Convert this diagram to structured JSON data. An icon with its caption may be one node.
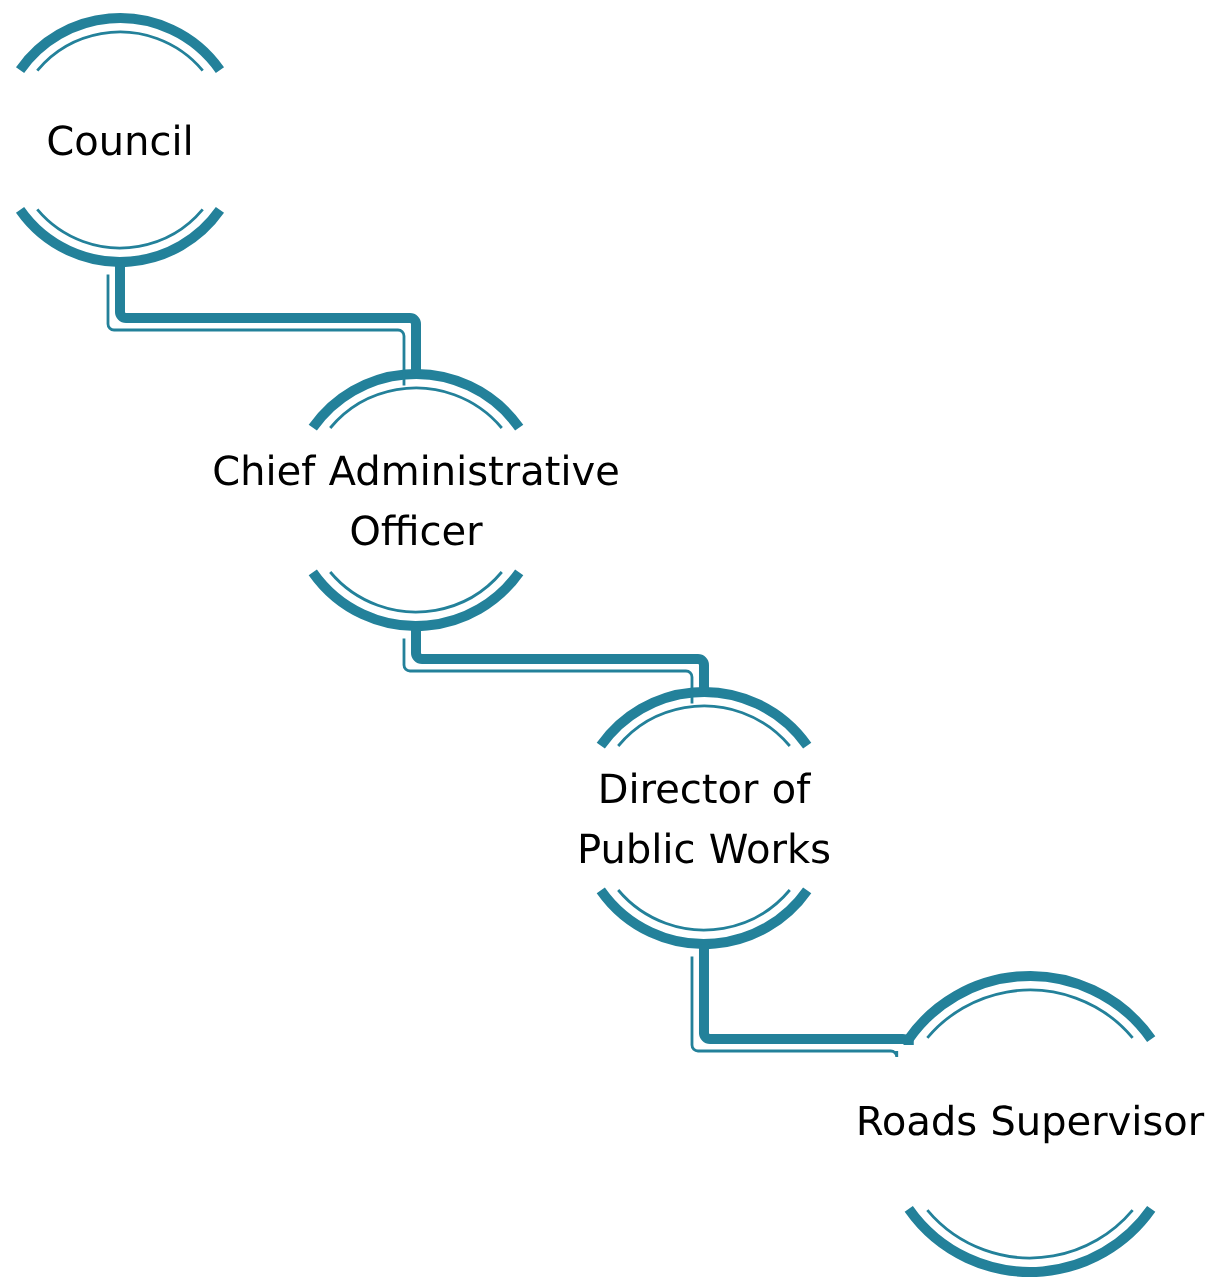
{
  "diagram": {
    "nodes": [
      {
        "text": [
          "Council"
        ]
      },
      {
        "text": [
          "Chief Administrative Officer"
        ]
      },
      {
        "text": [
          "Director of Public Works"
        ]
      },
      {
        "text": [
          "Roads Supervisor"
        ]
      }
    ],
    "edges": [
      {
        "from": 0,
        "to": 1,
        "arrow": "none"
      },
      {
        "from": 1,
        "to": 2,
        "arrow": "none"
      },
      {
        "from": 2,
        "to": 3,
        "arrow": "none"
      }
    ]
  }
}
